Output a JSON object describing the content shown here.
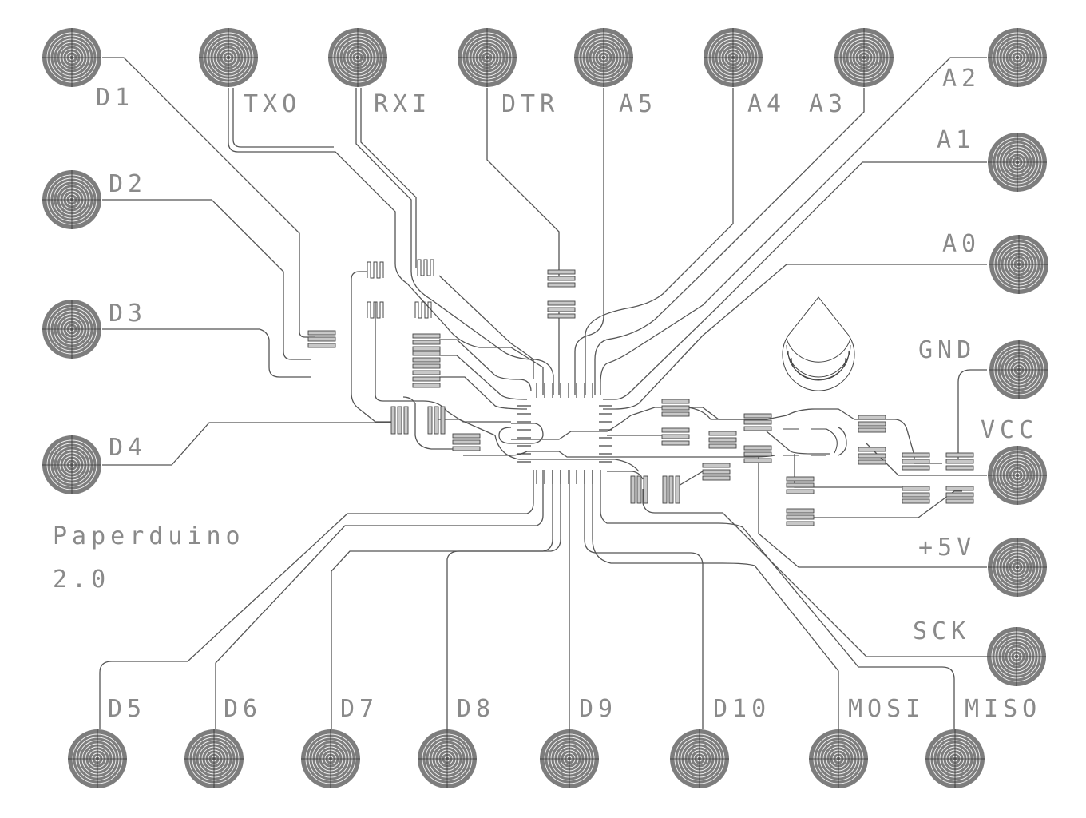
{
  "board": {
    "title": "Paperduino",
    "version": "2.0",
    "colors": {
      "background": "#ffffff",
      "pad_fill": "#7d7d7d",
      "trace": "#555555",
      "label": "#8a8a8a"
    }
  },
  "pads": {
    "top": [
      {
        "id": "D1",
        "label": "D1"
      },
      {
        "id": "TXO",
        "label": "TXO"
      },
      {
        "id": "RXI",
        "label": "RXI"
      },
      {
        "id": "DTR",
        "label": "DTR"
      },
      {
        "id": "A5",
        "label": "A5"
      },
      {
        "id": "A4",
        "label": "A4"
      },
      {
        "id": "A3",
        "label": "A3"
      },
      {
        "id": "A2",
        "label": "A2"
      }
    ],
    "left": [
      {
        "id": "D2",
        "label": "D2"
      },
      {
        "id": "D3",
        "label": "D3"
      },
      {
        "id": "D4",
        "label": "D4"
      }
    ],
    "right": [
      {
        "id": "A1",
        "label": "A1"
      },
      {
        "id": "A0",
        "label": "A0"
      },
      {
        "id": "GND",
        "label": "GND"
      },
      {
        "id": "VCC",
        "label": "VCC"
      },
      {
        "id": "5V",
        "label": "+5V"
      },
      {
        "id": "SCK",
        "label": "SCK"
      }
    ],
    "bottom": [
      {
        "id": "D5",
        "label": "D5"
      },
      {
        "id": "D6",
        "label": "D6"
      },
      {
        "id": "D7",
        "label": "D7"
      },
      {
        "id": "D8",
        "label": "D8"
      },
      {
        "id": "D9",
        "label": "D9"
      },
      {
        "id": "D10",
        "label": "D10"
      },
      {
        "id": "MOSI",
        "label": "MOSI"
      },
      {
        "id": "MISO",
        "label": "MISO"
      }
    ]
  },
  "icons": {
    "logo": "water-drop-icon",
    "pad": "concentric-pad-icon",
    "chip": "microcontroller-chip-icon"
  }
}
